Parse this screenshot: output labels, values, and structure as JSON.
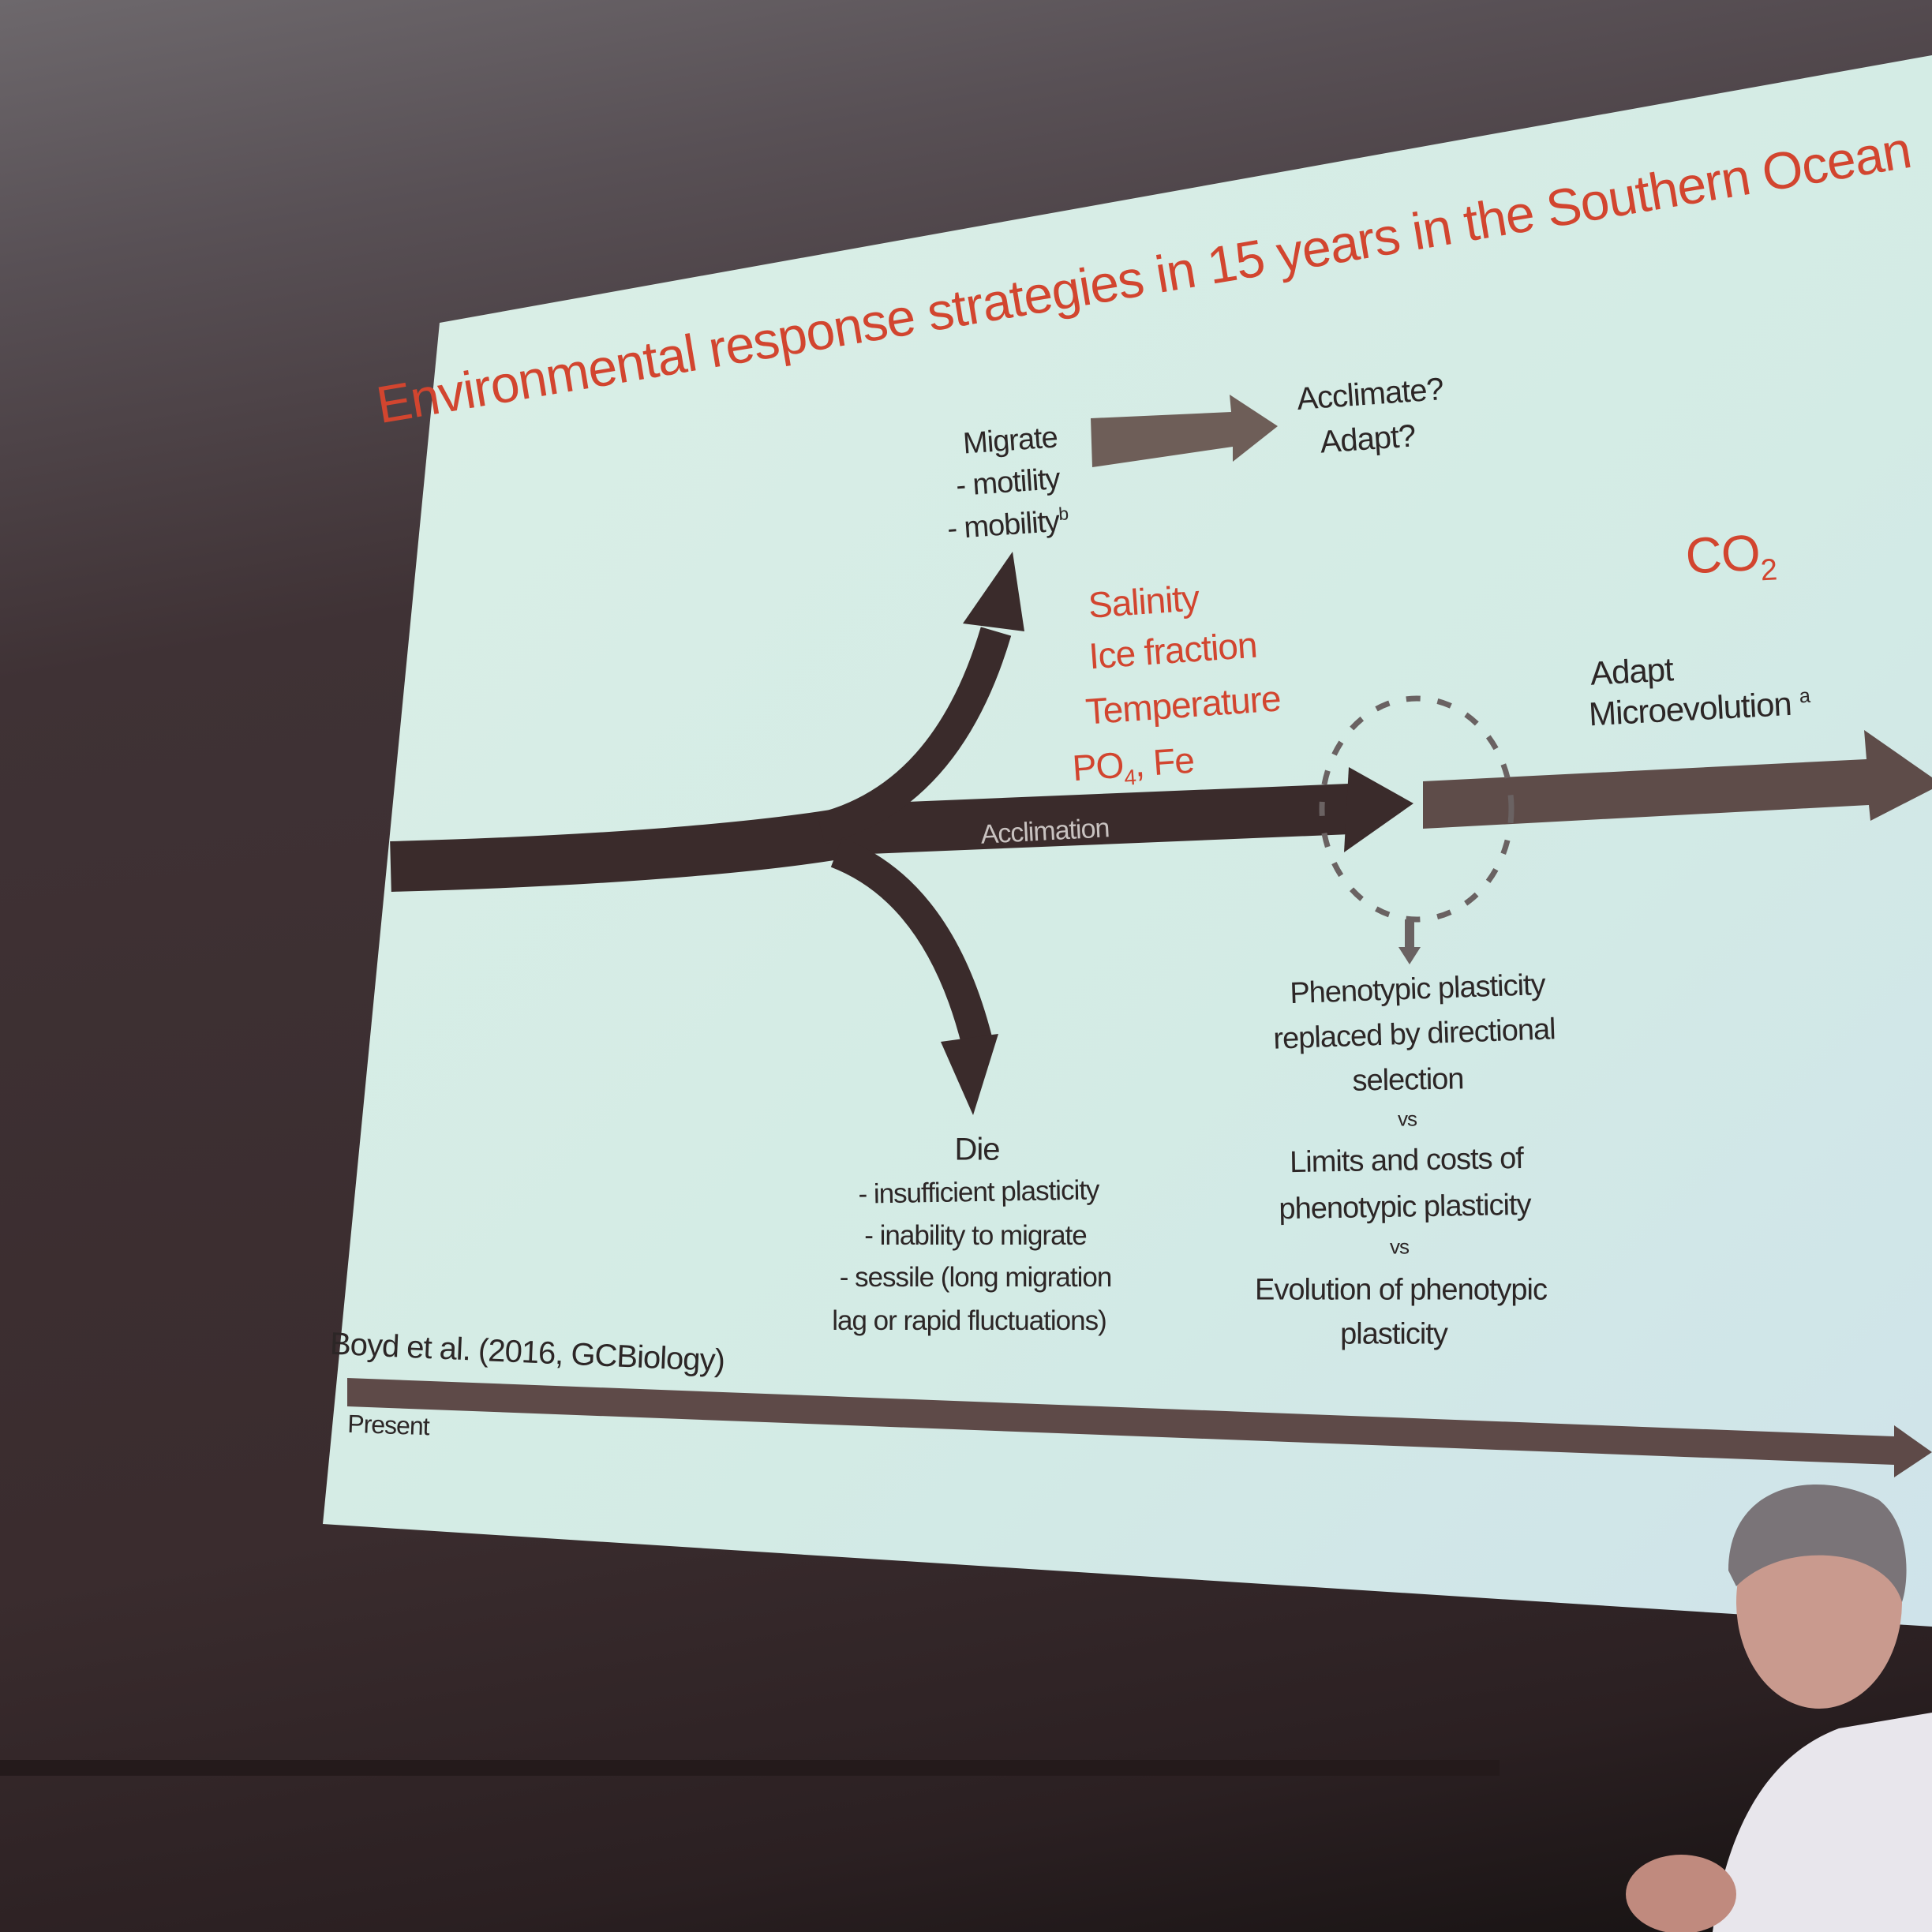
{
  "slide": {
    "title": "Environmental response strategies in 15 years in the Southern Ocean",
    "migrate": {
      "heading": "Migrate",
      "items": [
        "- motility",
        "- mobility"
      ],
      "footnote": "b"
    },
    "migrate_outcome": [
      "Acclimate?",
      "Adapt?"
    ],
    "co2": {
      "base": "CO",
      "sub": "2"
    },
    "drivers": [
      "Salinity",
      "Ice fraction",
      "Temperature"
    ],
    "drivers_po4": {
      "base": "PO",
      "sub": "4",
      "rest": ", Fe"
    },
    "adapt": {
      "heading": "Adapt",
      "line2": "Microevolution",
      "footnote": "a"
    },
    "acclimation_label": "Acclimation",
    "plasticity_lines": [
      "Phenotypic plasticity",
      "replaced by directional",
      "selection",
      "vs",
      "Limits and costs of",
      "phenotypic plasticity",
      "vs",
      "Evolution of phenotypic",
      "plasticity"
    ],
    "die": {
      "heading": "Die",
      "items": [
        "- insufficient plasticity",
        "- inability to migrate",
        "- sessile (long migration",
        "lag or rapid fluctuations)"
      ]
    },
    "citation": "Boyd et al. (2016, GCBiology)",
    "timeline_label": "Present"
  },
  "colors": {
    "accent_red": "#d2452f",
    "arrow_dark": "#3a2b2b",
    "arrow_gray": "#6e5e58",
    "slide_bg": "#d6ece4"
  }
}
